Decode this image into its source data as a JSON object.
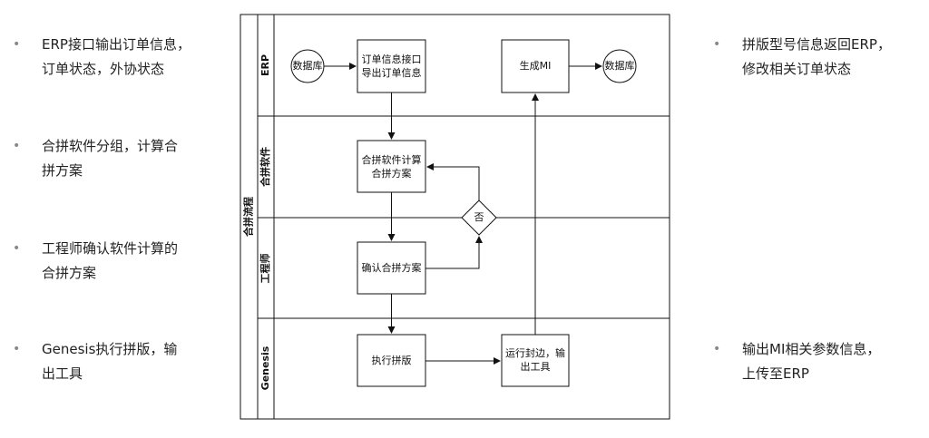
{
  "left_notes": [
    {
      "text": "ERP接口输出订单信息，\n订单状态，外协状态"
    },
    {
      "text": "合拼软件分组，计算合\n拼方案"
    },
    {
      "text": "工程师确认软件计算的\n合拼方案"
    },
    {
      "text": "Genesis执行拼版，输\n出工具"
    }
  ],
  "right_notes": [
    {
      "text": "拼版型号信息返回ERP，\n修改相关订单状态"
    },
    {
      "text": "输出MI相关参数信息，\n上传至ERP"
    }
  ],
  "pool": {
    "title": "合拼流程"
  },
  "lanes": [
    {
      "label": "ERP"
    },
    {
      "label": "合拼软件"
    },
    {
      "label": "工程师"
    },
    {
      "label": "Genesis"
    }
  ],
  "nodes": {
    "db_in": {
      "label": "数据库"
    },
    "export_order": {
      "line1": "订单信息接口",
      "line2": "导出订单信息"
    },
    "generate_mi": {
      "label": "生成MI"
    },
    "db_out": {
      "label": "数据库"
    },
    "calc_plan": {
      "line1": "合拼软件计算",
      "line2": "合拼方案"
    },
    "decision": {
      "label": "否"
    },
    "confirm_plan": {
      "label": "确认合拼方案"
    },
    "run_panel": {
      "label": "执行拼版"
    },
    "run_edge": {
      "line1": "运行封边，输",
      "line2": "出工具"
    }
  }
}
